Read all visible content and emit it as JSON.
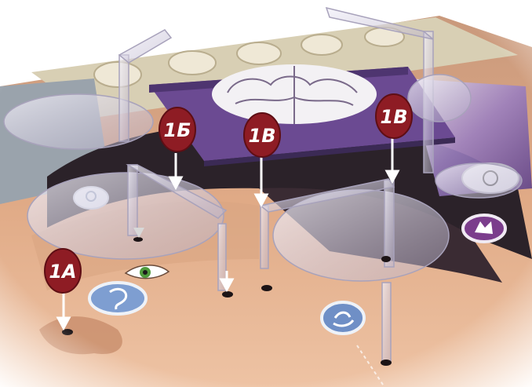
{
  "markers": [
    {
      "id": "1a",
      "label": "1А"
    },
    {
      "id": "1b",
      "label": "1Б"
    },
    {
      "id": "1v-center",
      "label": "1В"
    },
    {
      "id": "1v-right",
      "label": "1В"
    }
  ],
  "colors": {
    "marker": "#8e1c24",
    "marker_dark": "#5e0e14",
    "arrow": "#ffffff",
    "board_border": "#d6ccb0",
    "skin": "#d9a07e",
    "hair": "#2a2026",
    "purple_board": "#7d5a9e",
    "acrylic": "#c9c3d6",
    "token_blue": "#6f93c8",
    "token_purple": "#7b3d8c"
  },
  "icons": [
    "ear-token-icon",
    "speech-token-icon",
    "wolf-token-icon",
    "bulb-token-icon",
    "eye-icon"
  ]
}
